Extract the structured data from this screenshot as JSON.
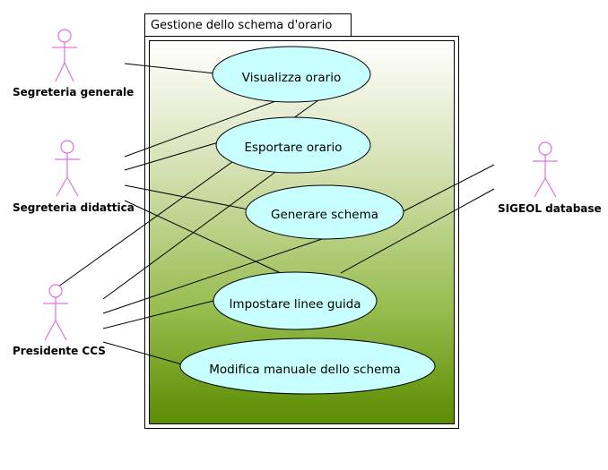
{
  "system": {
    "title": "Gestione dello schema d'orario"
  },
  "actors": [
    {
      "id": "segreteria-generale",
      "label": "Segreteria generale"
    },
    {
      "id": "segreteria-didattica",
      "label": "Segreteria didattica"
    },
    {
      "id": "presidente-ccs",
      "label": "Presidente CCS"
    },
    {
      "id": "sigeol-database",
      "label": "SIGEOL database"
    }
  ],
  "use_cases": [
    {
      "id": "visualizza-orario",
      "label": "Visualizza orario"
    },
    {
      "id": "esportare-orario",
      "label": "Esportare orario"
    },
    {
      "id": "generare-schema",
      "label": "Generare schema"
    },
    {
      "id": "impostare-linee-guida",
      "label": "Impostare linee guida"
    },
    {
      "id": "modifica-manuale",
      "label": "Modifica manuale dello schema"
    }
  ],
  "colors": {
    "actor_stroke": "#e070e0",
    "usecase_fill": "#c8ffff",
    "gradient_top": "#ffffff",
    "gradient_bottom": "#5a8c00",
    "line": "#000000"
  }
}
